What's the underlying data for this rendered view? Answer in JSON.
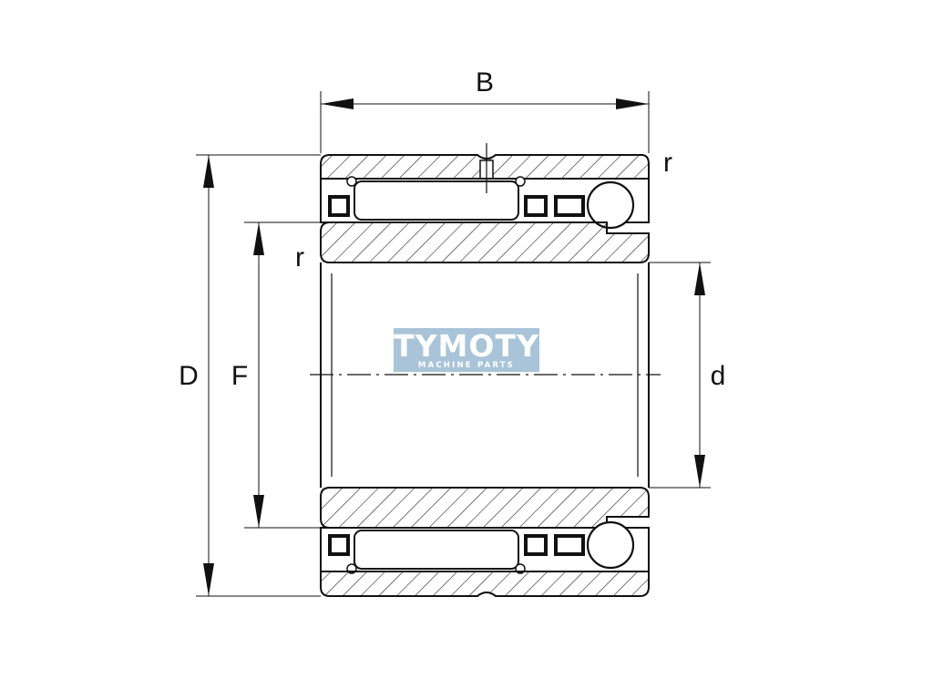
{
  "labels": {
    "width": "B",
    "outer_diameter": "D",
    "raceway_diameter": "F",
    "bore": "d",
    "radius_top": "r",
    "radius_left": "r"
  },
  "watermark": {
    "name": "TYMOTY",
    "tagline": "MACHINE PARTS",
    "color": "#a9c4d8"
  },
  "colors": {
    "line": "#111111",
    "hatch": "#111111",
    "background": "#ffffff"
  }
}
